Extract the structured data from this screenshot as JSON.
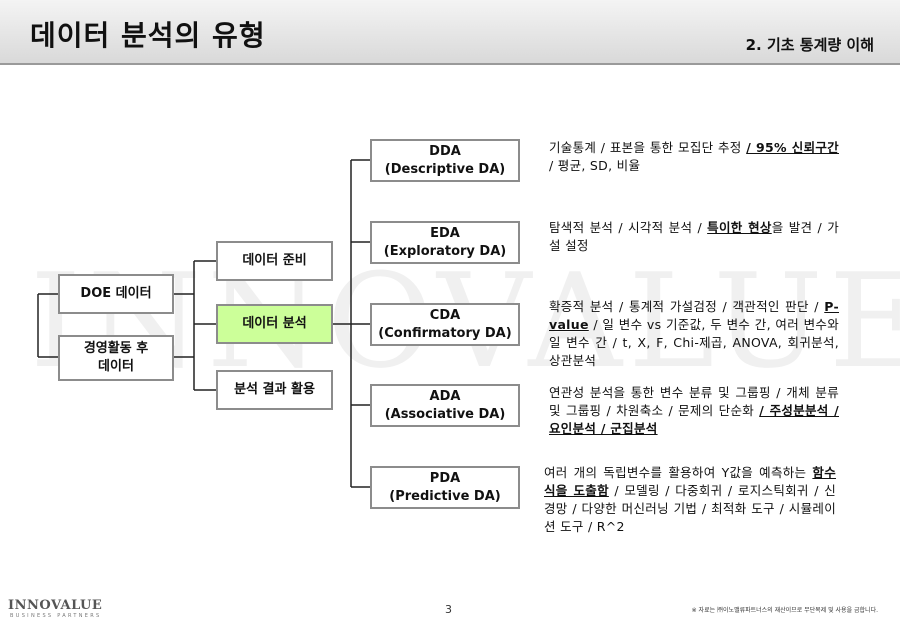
{
  "header": {
    "title": "데이터 분석의 유형",
    "section": "2. 기초 통계량 이해"
  },
  "watermark": "INNOVALUE",
  "sources": [
    "DOE 데이터",
    "경영활동 후\n데이터"
  ],
  "stages": [
    {
      "label": "데이터 준비"
    },
    {
      "label": "데이터 분석",
      "selected": true
    },
    {
      "label": "분석 결과 활용"
    }
  ],
  "types": [
    {
      "abbr": "DDA",
      "full": "(Descriptive DA)",
      "desc": [
        [
          "기술통계 / 표본을 통한 모집단 추정 ",
          false
        ],
        [
          "/ 95% 신뢰구간",
          true
        ],
        [
          " / 평균, SD, 비율",
          false
        ]
      ]
    },
    {
      "abbr": "EDA",
      "full": "(Exploratory DA)",
      "desc": [
        [
          "탐색적 분석 / 시각적 분석 / ",
          false
        ],
        [
          "특이한 현상",
          true
        ],
        [
          "을 발견 / 가설 설정",
          false
        ]
      ]
    },
    {
      "abbr": "CDA",
      "full": "(Confirmatory DA)",
      "desc": [
        [
          "확증적 분석 / 통계적 가설검정 / 객관적인 판단 / ",
          false
        ],
        [
          "P-value",
          true
        ],
        [
          " / 일 변수 vs 기준값, 두 변수 간, 여러 변수와 일 변수 간 / t, X, F, Chi-제곱, ANOVA, 회귀분석, 상관분석",
          false
        ]
      ]
    },
    {
      "abbr": "ADA",
      "full": "(Associative DA)",
      "desc": [
        [
          "연관성 분석을 통한 변수 분류 및 그룹핑 / 개체 분류 및 그룹핑 / 차원축소 / 문제의 단순화 ",
          false
        ],
        [
          "/ 주성분분석 / 요인분석 / 군집분석",
          true
        ]
      ]
    },
    {
      "abbr": "PDA",
      "full": "(Predictive DA)",
      "desc": [
        [
          "여러 개의 독립변수를 활용하여 Y값을 예측하는 ",
          false
        ],
        [
          "함수식을 도출함",
          true
        ],
        [
          " / 모델링 / 다중회귀 / 로지스틱회귀 / 신경망 / 다양한 머신러닝 기법 / 최적화 도구 / 시뮬레이션 도구 / R^2",
          false
        ]
      ]
    }
  ],
  "footer": {
    "logo": "INNOVALUE",
    "logo_sub": "BUSINESS PARTNERS",
    "page": "3",
    "note": "※ 자료는 ㈜이노밸류파트너스의 재산이므로 무단복제 및 사용을 금합니다."
  }
}
